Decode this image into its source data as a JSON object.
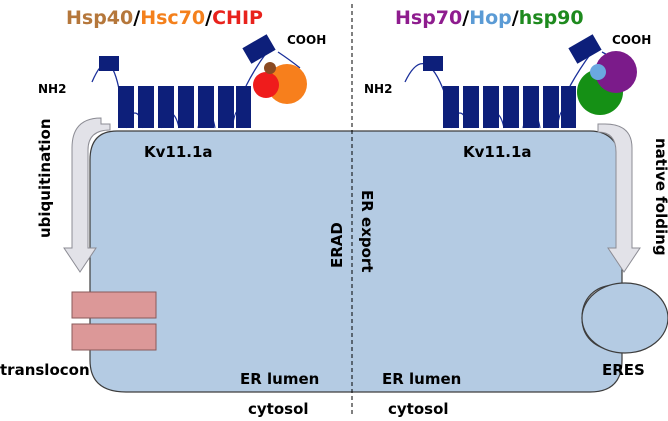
{
  "left_chaperones": {
    "hsp40": "Hsp40",
    "sep1": "/",
    "hsc70": "Hsc70",
    "sep2": "/",
    "chip": "CHIP",
    "colors": {
      "hsp40": "#b5773b",
      "hsc70": "#f4801c",
      "chip": "#e8221c",
      "sep": "#000000"
    }
  },
  "right_chaperones": {
    "hsp70": "Hsp70",
    "sep1": "/",
    "hop": "Hop",
    "sep2": "/",
    "hsp90": "hsp90",
    "colors": {
      "hsp70": "#8e1c8e",
      "hop": "#5b9bd5",
      "hsp90": "#1e8a1e",
      "sep": "#000000"
    }
  },
  "left_channel": {
    "nh2": "NH2",
    "cooh": "COOH",
    "name": "Kv11.1a"
  },
  "right_channel": {
    "nh2": "NH2",
    "cooh": "COOH",
    "name": "Kv11.1a"
  },
  "pathways": {
    "ubiquitination": "ubiquitination",
    "native_folding": "native folding",
    "erad": "ERAD",
    "er_export": "ER export"
  },
  "labels": {
    "translocon": "translocon",
    "eres": "ERES",
    "er_lumen_left": "ER lumen",
    "er_lumen_right": "ER lumen",
    "cytosol_left": "cytosol",
    "cytosol_right": "cytosol"
  },
  "colors": {
    "er_fill": "#b4cbe3",
    "er_stroke": "#3d3d3d",
    "helix": "#0d1f7a",
    "translocon": "#dc9898",
    "arrow_fill": "#e2e2e8",
    "arrow_stroke": "#8c8c94",
    "chip_ball": "#ef1c1c",
    "hsc70_ball": "#f77f1c",
    "hsp40_ball": "#8a4a22",
    "hsp70_ball": "#7b1b8a",
    "hsp90_ball": "#159015",
    "hop_ball": "#6aa8e0"
  }
}
